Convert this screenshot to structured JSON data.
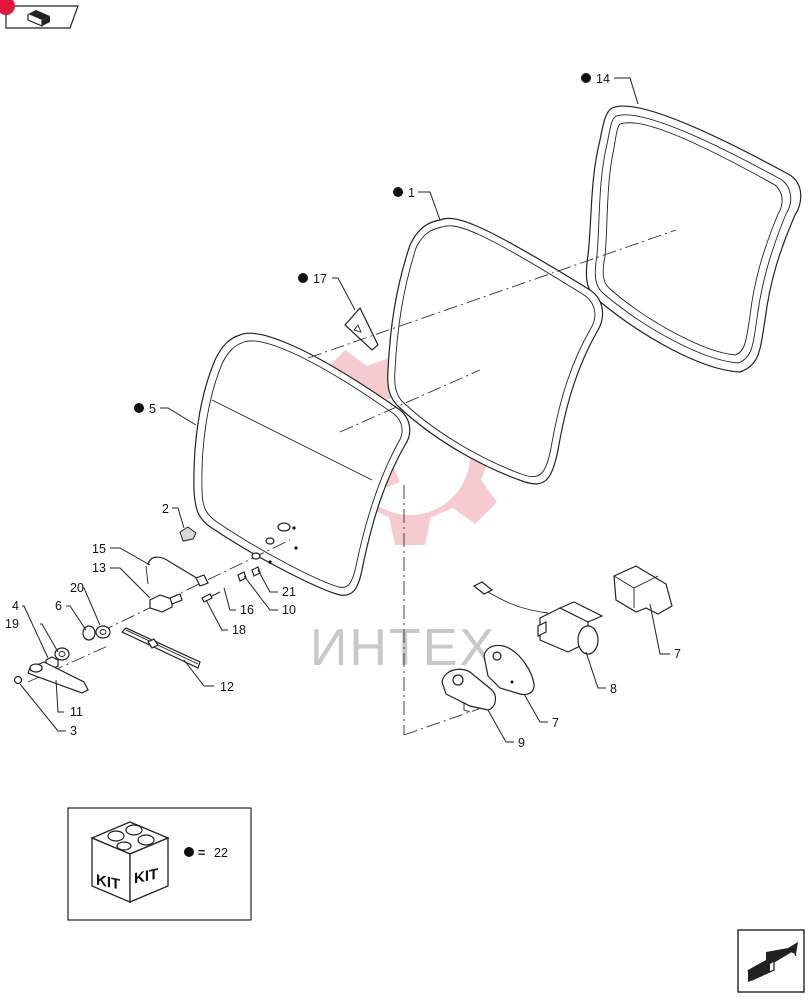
{
  "page": {
    "nav_badge_color": "#e3173d",
    "nav_icon": "prev-page-icon",
    "next_icon": "next-page-arrow-icon"
  },
  "watermark": {
    "text": "ИНТЕХ",
    "color": "#f2b9bf"
  },
  "callouts": {
    "c14": "14",
    "c1": "1",
    "c17": "17",
    "c5": "5",
    "c2": "2",
    "c15": "15",
    "c13": "13",
    "c20": "20",
    "c4": "4",
    "c6": "6",
    "c19": "19",
    "c21": "21",
    "c16": "16",
    "c10": "10",
    "c18": "18",
    "c12": "12",
    "c11": "11",
    "c3": "3",
    "c7a": "7",
    "c8": "8",
    "c7b": "7",
    "c9": "9"
  },
  "kit_box": {
    "kit_label_left": "KIT",
    "kit_label_right": "KIT",
    "equals": "=",
    "kit_number": "22"
  }
}
